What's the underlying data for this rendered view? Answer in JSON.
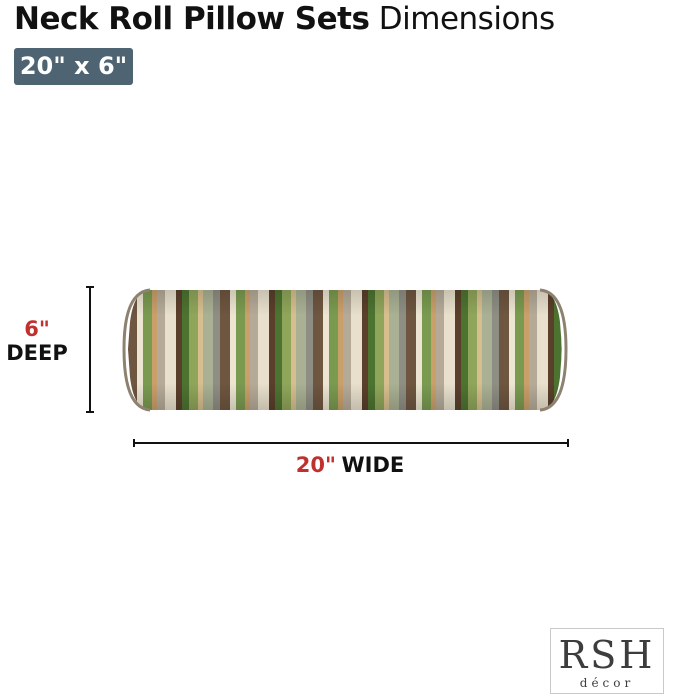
{
  "heading": {
    "bold_part": "Neck Roll Pillow Sets",
    "light_part": "Dimensions"
  },
  "badge": {
    "text": "20\" x 6\"",
    "color": "#4e6472"
  },
  "dimensions": {
    "depth_value": "6\"",
    "depth_word": "DEEP",
    "width_value": "20\"",
    "width_word": "WIDE",
    "accent_color": "#c0302f"
  },
  "pillow": {
    "icon": "striped-neck-roll-pillow",
    "stripe_colors": [
      "#8e8e84",
      "#b5aa98",
      "#d6be8e",
      "#7a9a50",
      "#4d7330",
      "#6e5640",
      "#e8e0cc",
      "#a9b093",
      "#c99f6a",
      "#8fa55a",
      "#ece5d2",
      "#5a3f2b"
    ]
  },
  "logo": {
    "main": "RSH",
    "sub": "décor"
  }
}
